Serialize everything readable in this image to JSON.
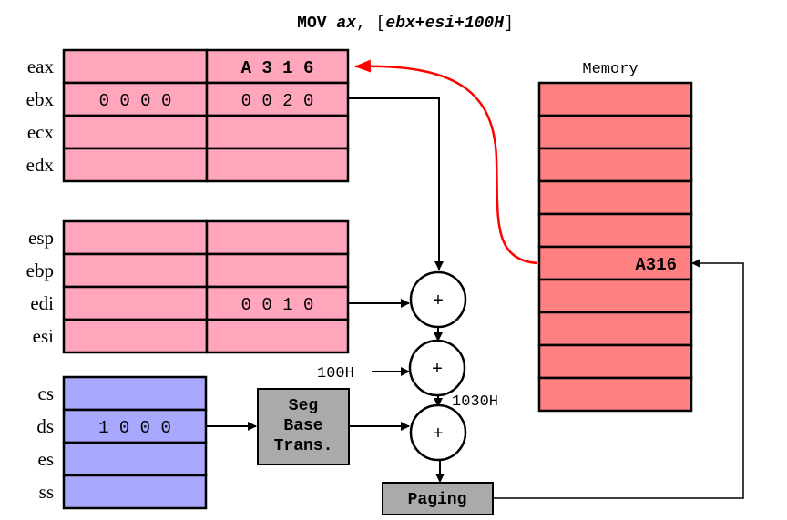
{
  "title": {
    "op": "MOV",
    "dest": "ax",
    "sep": ", ",
    "open": "[",
    "operand": "ebx+esi+100H",
    "close": "]"
  },
  "colors": {
    "general_register": "#ffa5bc",
    "segment_register": "#a8a8ff",
    "memory": "#ff8080",
    "unit_box": "#aaaaaa",
    "data_flow_arrow": "#ff0000"
  },
  "general_registers": [
    {
      "name": "eax",
      "high": "",
      "low": "A 3 1 6",
      "low_bold": true
    },
    {
      "name": "ebx",
      "high": "0 0 0 0",
      "low": "0 0 2 0",
      "low_bold": false
    },
    {
      "name": "ecx",
      "high": "",
      "low": "",
      "low_bold": false
    },
    {
      "name": "edx",
      "high": "",
      "low": "",
      "low_bold": false
    }
  ],
  "index_registers": [
    {
      "name": "esp",
      "high": "",
      "low": ""
    },
    {
      "name": "ebp",
      "high": "",
      "low": ""
    },
    {
      "name": "edi",
      "high": "",
      "low": "0 0 1 0"
    },
    {
      "name": "esi",
      "high": "",
      "low": ""
    }
  ],
  "segment_registers": [
    {
      "name": "cs",
      "value": ""
    },
    {
      "name": "ds",
      "value": "1 0 0 0"
    },
    {
      "name": "es",
      "value": ""
    },
    {
      "name": "ss",
      "value": ""
    }
  ],
  "memory": {
    "label": "Memory",
    "cells": [
      "",
      "",
      "",
      "",
      "",
      "A316",
      "",
      "",
      "",
      ""
    ]
  },
  "adders": [
    "+",
    "+",
    "+"
  ],
  "displacement_label": "100H",
  "offset_label": "1030H",
  "seg_base_box": [
    "Seg",
    "Base",
    "Trans."
  ],
  "paging_box": "Paging"
}
